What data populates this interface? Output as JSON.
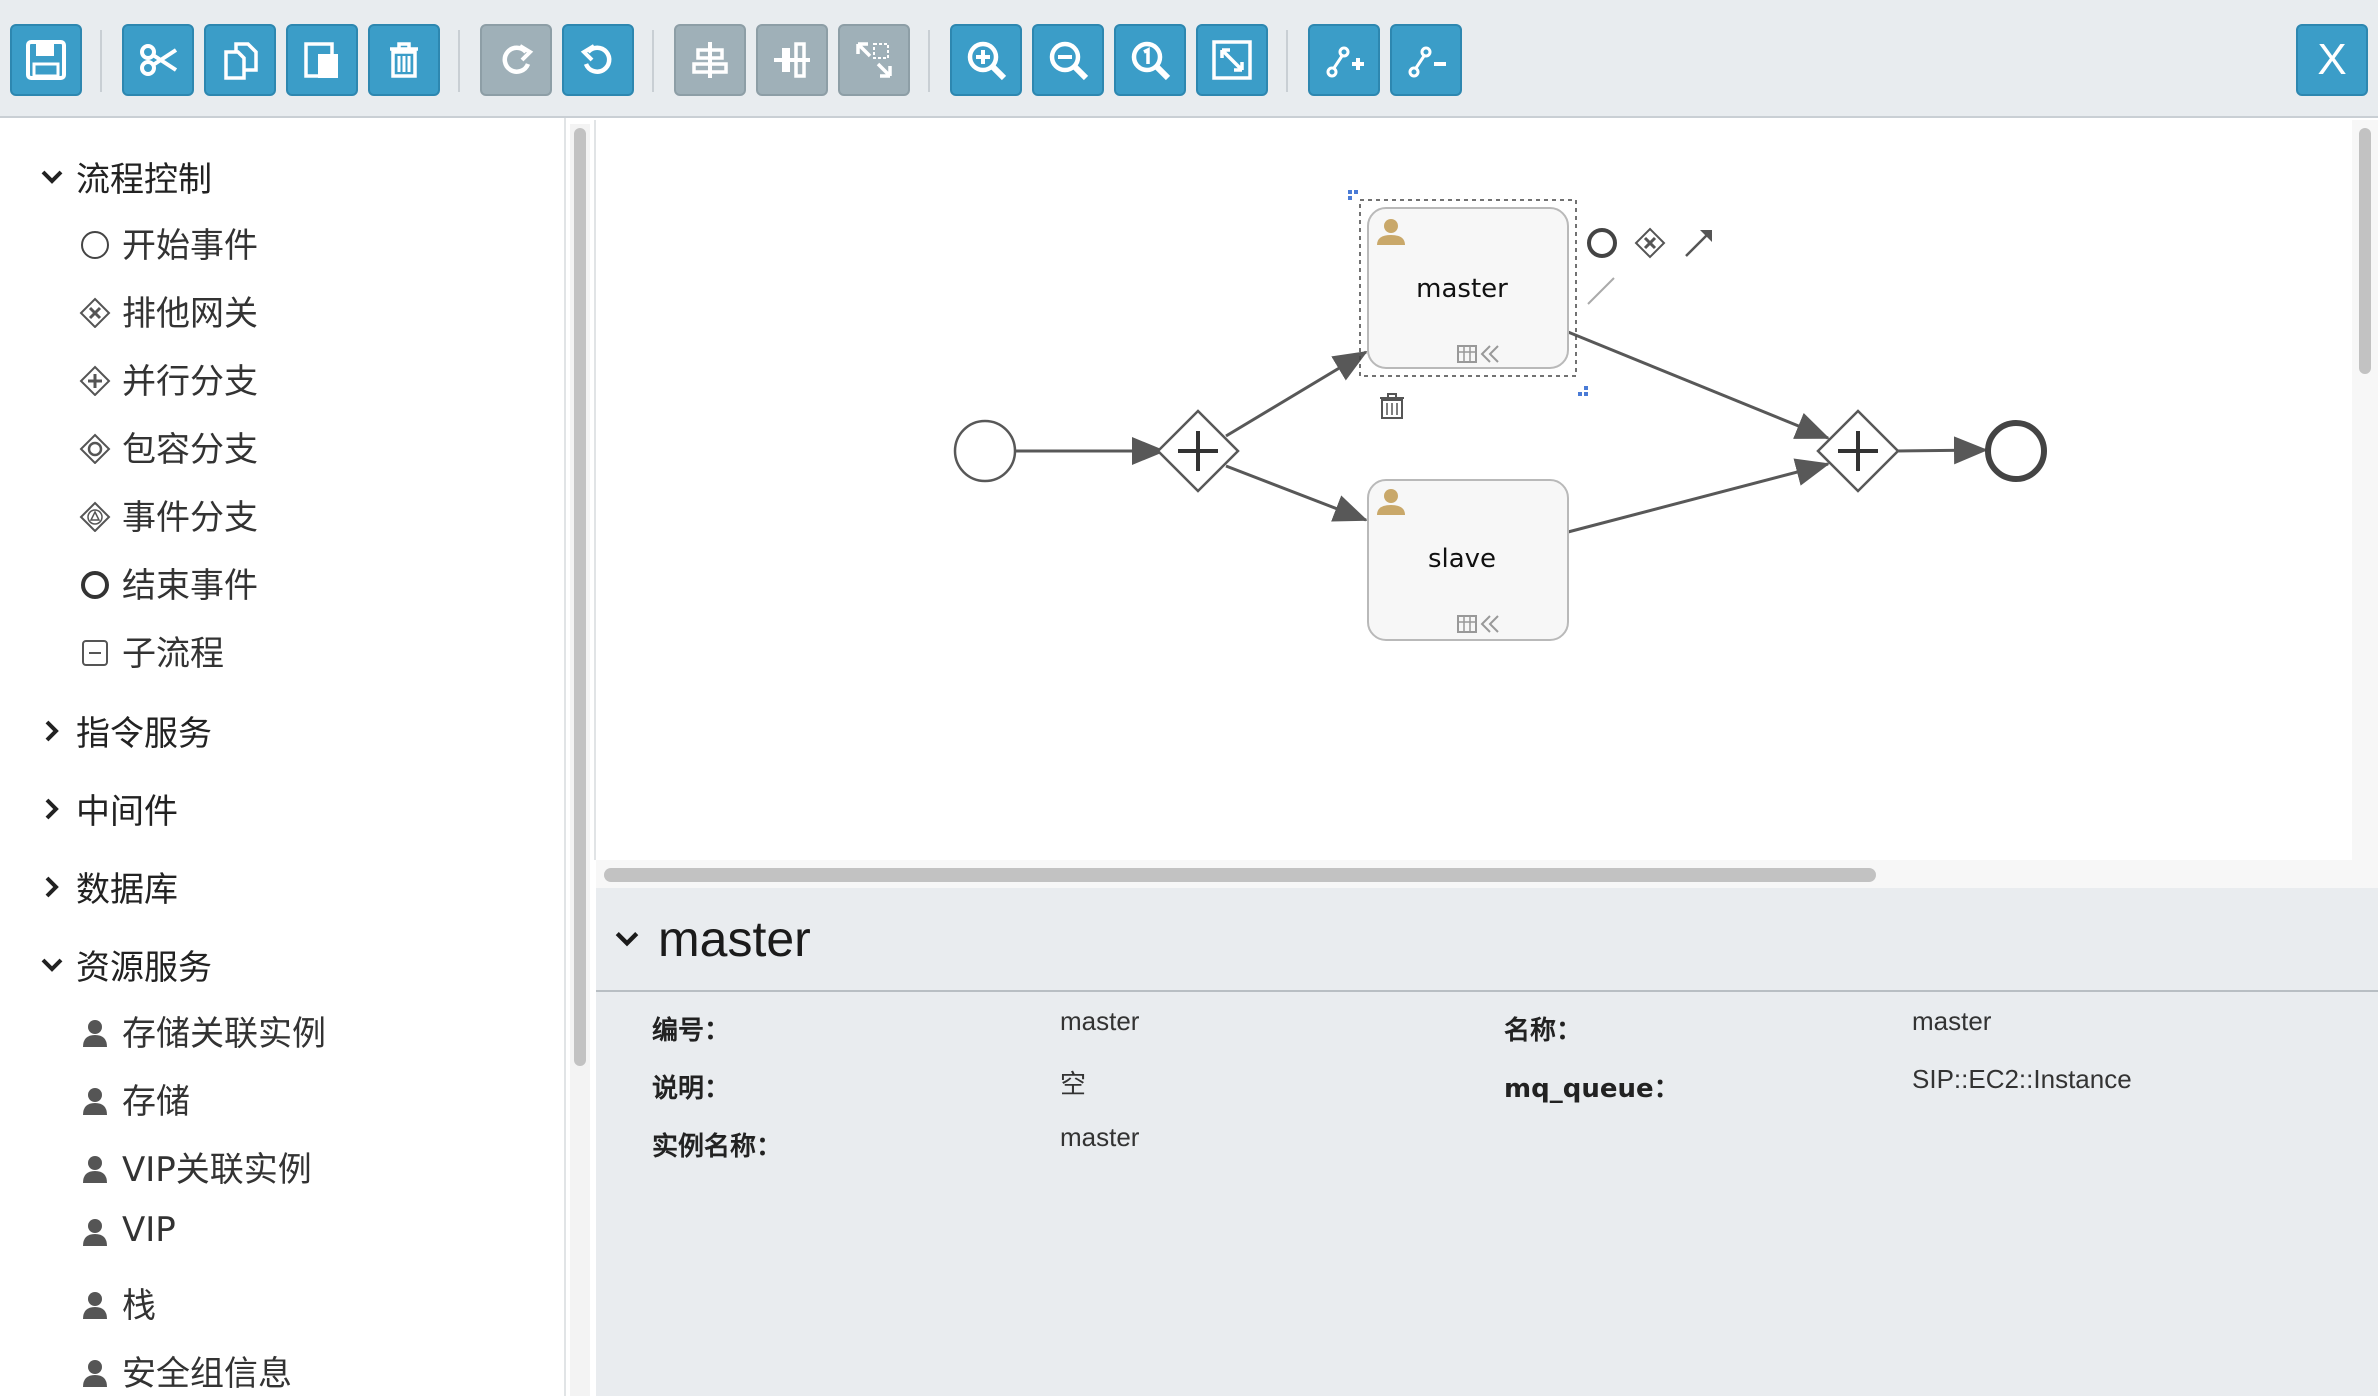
{
  "toolbar": {
    "buttons": [
      {
        "name": "save",
        "icon": "save-icon"
      },
      {
        "name": "cut",
        "icon": "scissors-icon"
      },
      {
        "name": "copy",
        "icon": "copy-icon"
      },
      {
        "name": "paste",
        "icon": "paste-icon"
      },
      {
        "name": "delete",
        "icon": "trash-icon"
      },
      {
        "name": "redo",
        "icon": "redo-icon"
      },
      {
        "name": "undo",
        "icon": "undo-icon"
      },
      {
        "name": "align-horizontal",
        "icon": "align-horizontal-icon"
      },
      {
        "name": "align-vertical",
        "icon": "align-vertical-icon"
      },
      {
        "name": "same-size",
        "icon": "resize-icon"
      },
      {
        "name": "zoom-in",
        "icon": "zoom-in-icon"
      },
      {
        "name": "zoom-out",
        "icon": "zoom-out-icon"
      },
      {
        "name": "zoom-actual",
        "icon": "zoom-actual-icon"
      },
      {
        "name": "zoom-fit",
        "icon": "fit-screen-icon"
      },
      {
        "name": "add-bendpoint",
        "icon": "add-bendpoint-icon"
      },
      {
        "name": "remove-bendpoint",
        "icon": "remove-bendpoint-icon"
      }
    ],
    "close_label": "X"
  },
  "sidebar": {
    "groups": [
      {
        "label": "流程控制",
        "expanded": true,
        "items": [
          {
            "label": "开始事件",
            "icon": "start-event-icon"
          },
          {
            "label": "排他网关",
            "icon": "exclusive-gateway-icon"
          },
          {
            "label": "并行分支",
            "icon": "parallel-gateway-icon"
          },
          {
            "label": "包容分支",
            "icon": "inclusive-gateway-icon"
          },
          {
            "label": "事件分支",
            "icon": "event-gateway-icon"
          },
          {
            "label": "结束事件",
            "icon": "end-event-icon"
          },
          {
            "label": "子流程",
            "icon": "subprocess-icon"
          }
        ]
      },
      {
        "label": "指令服务",
        "expanded": false,
        "items": []
      },
      {
        "label": "中间件",
        "expanded": false,
        "items": []
      },
      {
        "label": "数据库",
        "expanded": false,
        "items": []
      },
      {
        "label": "资源服务",
        "expanded": true,
        "items": [
          {
            "label": "存储关联实例",
            "icon": "user-task-icon"
          },
          {
            "label": "存储",
            "icon": "user-task-icon"
          },
          {
            "label": "VIP关联实例",
            "icon": "user-task-icon"
          },
          {
            "label": "VIP",
            "icon": "user-task-icon"
          },
          {
            "label": "栈",
            "icon": "user-task-icon"
          },
          {
            "label": "安全组信息",
            "icon": "user-task-icon"
          }
        ]
      }
    ]
  },
  "diagram": {
    "tasks": [
      {
        "id": "master",
        "label": "master",
        "selected": true
      },
      {
        "id": "slave",
        "label": "slave",
        "selected": false
      }
    ],
    "colors": {
      "accent": "#3b9dc8",
      "task_fill": "#f7f7f7",
      "stroke": "#585858",
      "user_icon": "#c9a86a"
    }
  },
  "properties": {
    "title": "master",
    "fields": [
      {
        "label": "编号：",
        "value": "master"
      },
      {
        "label": "名称：",
        "value": "master"
      },
      {
        "label": "说明：",
        "value": "空"
      },
      {
        "label": "mq_queue：",
        "value": "SIP::EC2::Instance"
      },
      {
        "label": "实例名称：",
        "value": "master"
      }
    ]
  }
}
